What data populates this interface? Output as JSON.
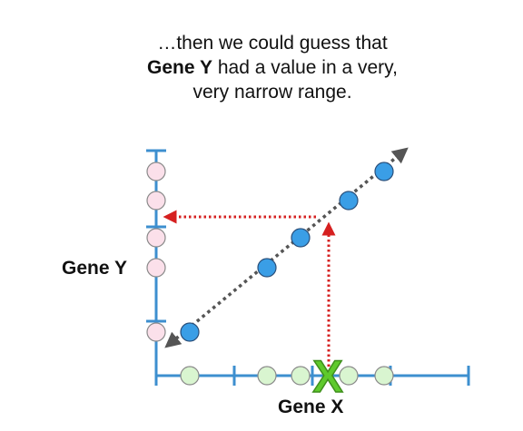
{
  "caption": {
    "line1": "…then we could guess that",
    "line2_bold": "Gene Y",
    "line2_rest": " had a value in a very,",
    "line3": "very narrow range."
  },
  "axes": {
    "x_label": "Gene X",
    "y_label": "Gene Y"
  },
  "marker": {
    "symbol": "X",
    "color": "#5fca2c"
  },
  "colors": {
    "axis": "#3d8fcf",
    "regression_line": "#555555",
    "guide_arrows": "#d62020",
    "data_point_fill": "#3a9ee6",
    "x_point_fill": "#d9f5d0",
    "y_point_fill": "#fbe0ea"
  },
  "icons": {
    "regression_arrows": "double-headed-dotted-arrow",
    "guide_arrow_up": "dotted-arrow-up",
    "guide_arrow_left": "dotted-arrow-left"
  }
}
